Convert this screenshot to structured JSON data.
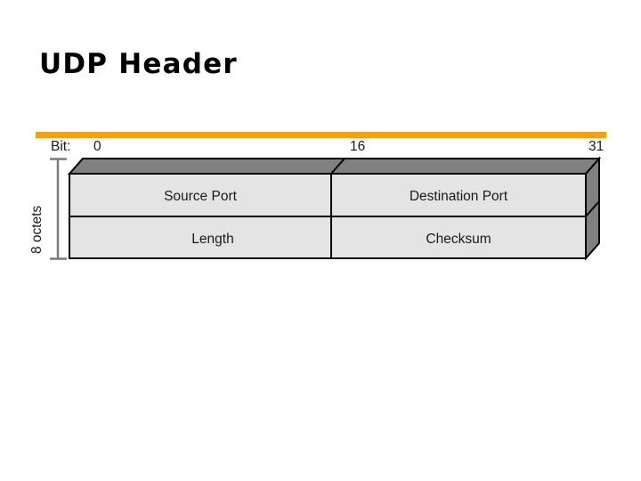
{
  "slide": {
    "title": "UDP Header",
    "accent_color": "#F5A010",
    "background_color": "#FFFFFF"
  },
  "diagram": {
    "type": "packet-header-3d-box",
    "bit_axis": {
      "label": "Bit:",
      "ticks": [
        "0",
        "16",
        "31"
      ]
    },
    "size_axis": {
      "label": "8 octets"
    },
    "colors": {
      "front_face": "#E4E4E4",
      "top_face": "#808080",
      "side_face": "#808080",
      "outline": "#000000",
      "bracket": "#7A7A7A"
    },
    "rows": [
      {
        "cells": [
          {
            "label": "Source Port",
            "bits": 16
          },
          {
            "label": "Destination Port",
            "bits": 16
          }
        ]
      },
      {
        "cells": [
          {
            "label": "Length",
            "bits": 16
          },
          {
            "label": "Checksum",
            "bits": 16
          }
        ]
      }
    ]
  }
}
